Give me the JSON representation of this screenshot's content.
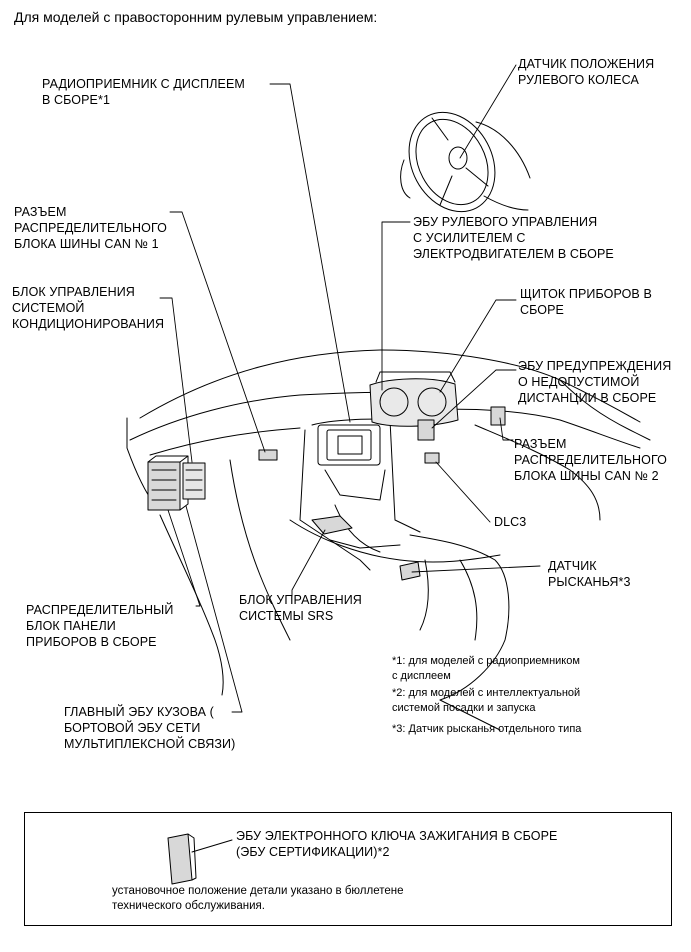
{
  "title": "Для моделей с правосторонним рулевым управлением:",
  "labels": {
    "steering_sensor": "ДАТЧИК ПОЛОЖЕНИЯ\nРУЛЕВОГО КОЛЕСА",
    "radio": "РАДИОПРИЕМНИК С ДИСПЛЕЕМ\nВ СБОРЕ*1",
    "can1": "РАЗЪЕМ\nРАСПРЕДЕЛИТЕЛЬНОГО\nБЛОКА ШИНЫ CAN № 1",
    "eps_ecu": "ЭБУ РУЛЕВОГО УПРАВЛЕНИЯ\nС УСИЛИТЕЛЕМ С\nЭЛЕКТРОДВИГАТЕЛЕМ В СБОРЕ",
    "ac_control": "БЛОК УПРАВЛЕНИЯ\nСИСТЕМОЙ\nКОНДИЦИОНИРОВАНИЯ",
    "meter": "ЩИТОК ПРИБОРОВ В\nСБОРЕ",
    "distance_warning": "ЭБУ ПРЕДУПРЕЖДЕНИЯ\nО НЕДОПУСТИМОЙ\nДИСТАНЦИИ В СБОРЕ",
    "can2": "РАЗЪЕМ\nРАСПРЕДЕЛИТЕЛЬНОГО\nБЛОКА ШИНЫ CAN № 2",
    "dlc3": "DLC3",
    "yaw": "ДАТЧИК\nРЫСКАНЬЯ*3",
    "srs": "БЛОК УПРАВЛЕНИЯ\nСИСТЕМЫ SRS",
    "junction": "РАСПРЕДЕЛИТЕЛЬНЫЙ\nБЛОК ПАНЕЛИ\nПРИБОРОВ В СБОРЕ",
    "body_ecu": "ГЛАВНЫЙ ЭБУ КУЗОВА (\nБОРТОВОЙ ЭБУ СЕТИ\nМУЛЬТИПЛЕКСНОЙ СВЯЗИ)"
  },
  "notes": {
    "n1": "*1: для моделей с радиоприемником\nс дисплеем",
    "n2": "*2: для моделей с интеллектуальной\nсистемой посадки и запуска",
    "n3": "*3: Датчик рысканья отдельного типа"
  },
  "legend": {
    "label": "ЭБУ ЭЛЕКТРОННОГО КЛЮЧА ЗАЖИГАНИЯ В СБОРЕ\n(ЭБУ СЕРТИФИКАЦИИ)*2",
    "note": "установочное положение детали указано в бюллетене\nтехнического обслуживания."
  }
}
